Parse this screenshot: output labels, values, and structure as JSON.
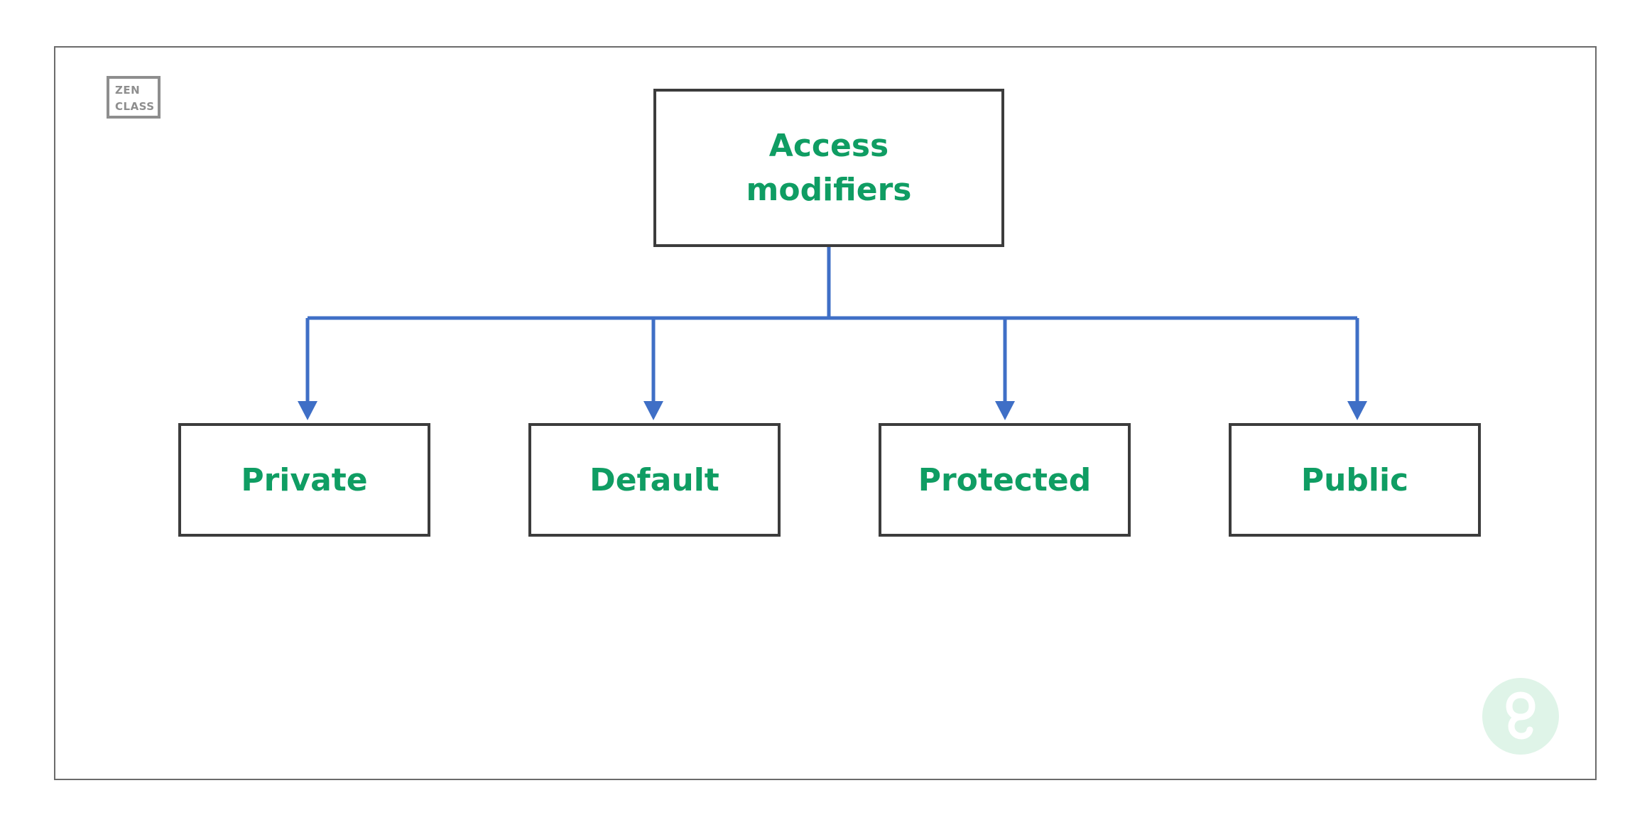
{
  "colors": {
    "node_text": "#0f9d63",
    "node_border": "#3c3c3c",
    "connector": "#3f6fc6",
    "frame_border": "#6b6b6b",
    "logo_text": "#8e8e8e",
    "brand_circle": "#dff4e8",
    "brand_glyph": "#ffffff"
  },
  "logo": {
    "line1": "ZEN",
    "line2": "CLASS"
  },
  "diagram": {
    "root": {
      "line1": "Access",
      "line2": "modifiers"
    },
    "children": [
      {
        "label": "Private"
      },
      {
        "label": "Default"
      },
      {
        "label": "Protected"
      },
      {
        "label": "Public"
      }
    ]
  },
  "icons": {
    "brand": "brand-mark-icon",
    "arrow": "arrow-down-icon"
  }
}
